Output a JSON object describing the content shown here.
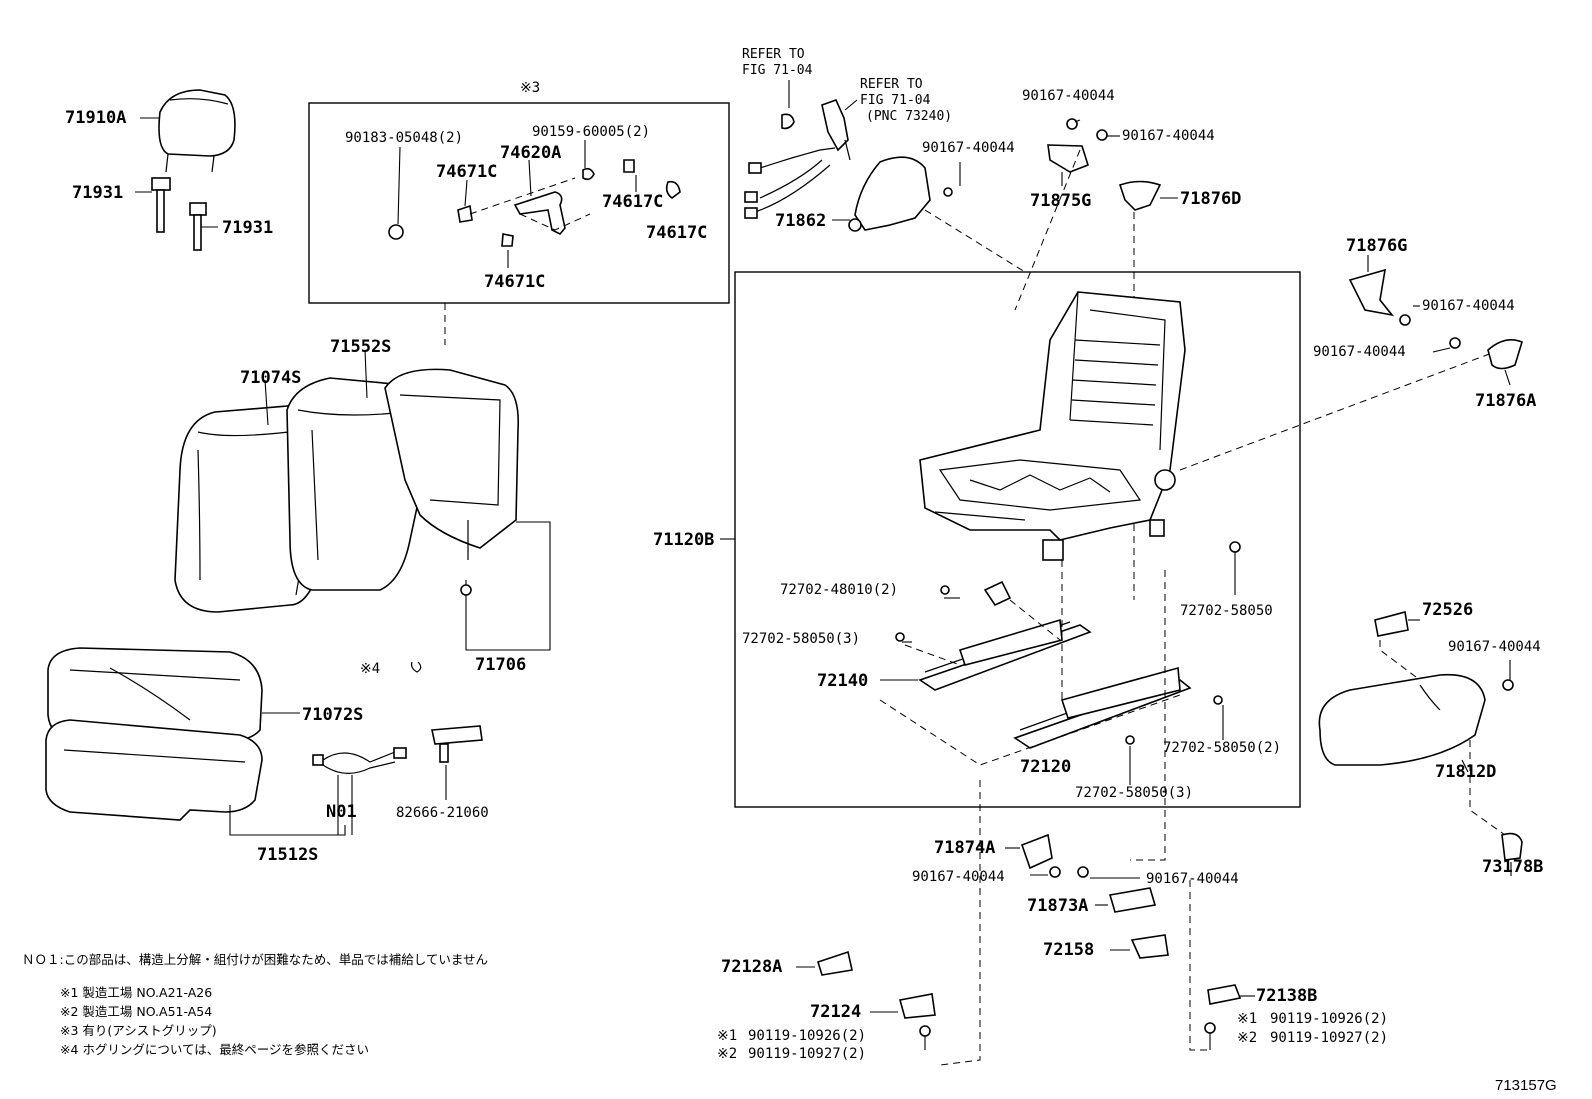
{
  "diagram": {
    "group_assist_grip_label": "※3",
    "ref_a_line1": "REFER TO",
    "ref_a_line2": "FIG 71-04",
    "ref_b_line1": "REFER TO",
    "ref_b_line2": "FIG 71-04",
    "ref_b_line3": "(PNC 73240)",
    "hog_ring_label": "※4",
    "figure_id": "713157G"
  },
  "parts": {
    "p71910A": "71910A",
    "p71931a": "71931",
    "p71931b": "71931",
    "p90183": "90183-05048(2)",
    "p90159": "90159-60005(2)",
    "p74620A": "74620A",
    "p74671Ca": "74671C",
    "p74617Ca": "74617C",
    "p74617Cb": "74617C",
    "p74671Cb": "74671C",
    "p71074S": "71074S",
    "p71552S": "71552S",
    "p71706": "71706",
    "p71072S": "71072S",
    "pN01": "N01",
    "p82666": "82666-21060",
    "p71512S": "71512S",
    "p90167a": "90167-40044",
    "p90167b": "90167-40044",
    "p90167c": "90167-40044",
    "p71875G": "71875G",
    "p71876D": "71876D",
    "p71862": "71862",
    "p71876G": "71876G",
    "p90167d": "90167-40044",
    "p90167e": "90167-40044",
    "p71876A": "71876A",
    "p71120B": "71120B",
    "p72702_48010": "72702-48010(2)",
    "p72702_58050_3a": "72702-58050(3)",
    "p72140": "72140",
    "p72702_58050": "72702-58050",
    "p72702_58050_2": "72702-58050(2)",
    "p72120": "72120",
    "p72702_58050_3b": "72702-58050(3)",
    "p72526": "72526",
    "p90167f": "90167-40044",
    "p71812D": "71812D",
    "p73178B": "73178B",
    "p71874A": "71874A",
    "p90167g": "90167-40044",
    "p90167h": "90167-40044",
    "p71873A": "71873A",
    "p72158": "72158",
    "p72128A": "72128A",
    "p72124": "72124",
    "p72138B": "72138B",
    "p90119_926a_mark": "※1",
    "p90119_926a": "90119-10926(2)",
    "p90119_927a_mark": "※2",
    "p90119_927a": "90119-10927(2)",
    "p90119_926b_mark": "※1",
    "p90119_926b": "90119-10926(2)",
    "p90119_927b_mark": "※2",
    "p90119_927b": "90119-10927(2)"
  },
  "notes": [
    "ＮＯ１:この部品は、構造上分解・組付けが困難なため、単品では補給していません",
    "※1 製造工場 NO.A21-A26",
    "※2 製造工場 NO.A51-A54",
    "※3 有り(アシストグリップ)",
    "※4 ホグリングについては、最終ページを参照ください"
  ]
}
